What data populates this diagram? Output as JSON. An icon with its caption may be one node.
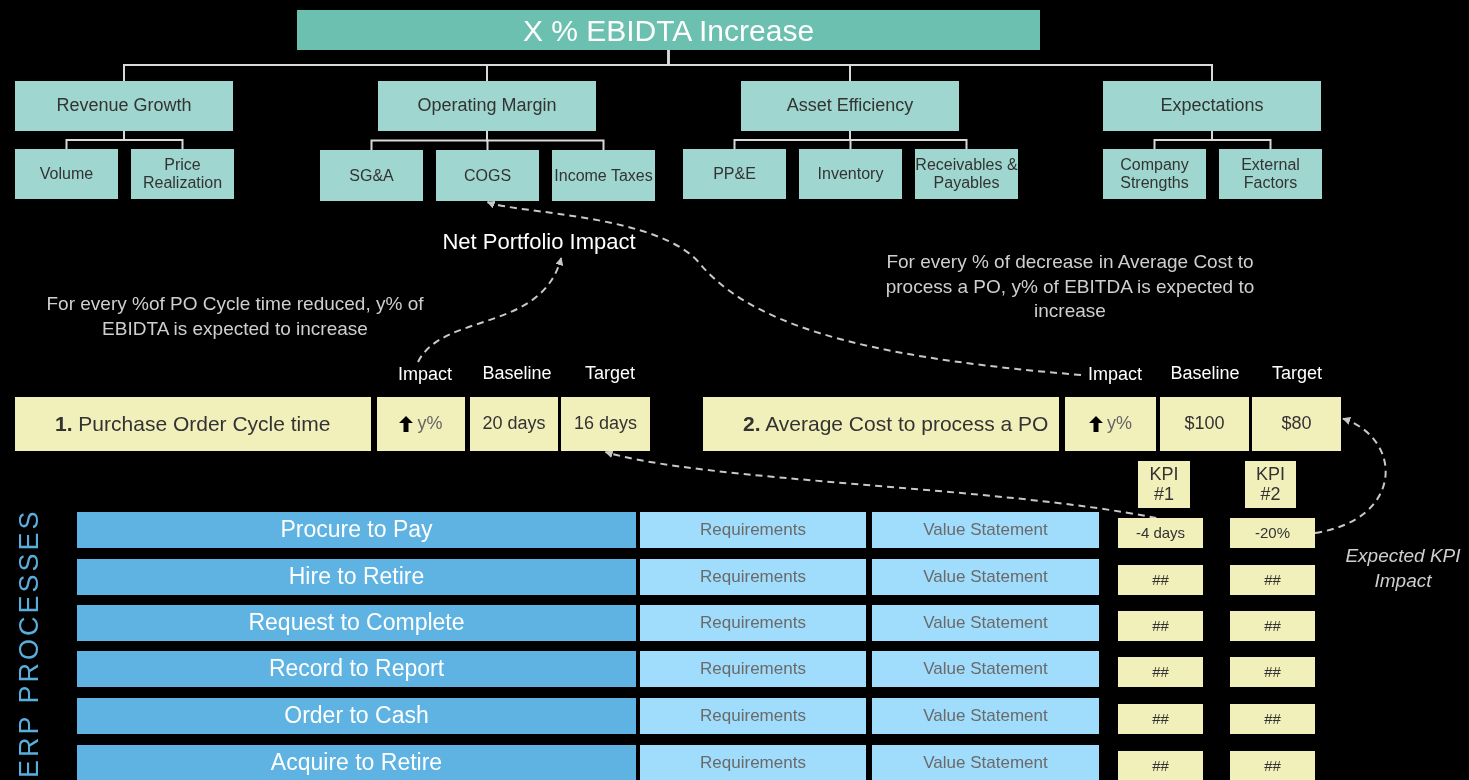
{
  "diagram": {
    "nodes": [
      {
        "text": [
          "X % EBIDTA Increase"
        ]
      },
      {
        "text": [
          "Revenue Growth"
        ]
      },
      {
        "text": [
          "Volume"
        ]
      },
      {
        "text": [
          "Price Realization"
        ]
      },
      {
        "text": [
          "Operating Margin"
        ]
      },
      {
        "text": [
          "SG&A"
        ]
      },
      {
        "text": [
          "COGS"
        ]
      },
      {
        "text": [
          "Income Taxes"
        ]
      },
      {
        "text": [
          "Asset Efficiency"
        ]
      },
      {
        "text": [
          "PP&E"
        ]
      },
      {
        "text": [
          "Inventory"
        ]
      },
      {
        "text": [
          "Receivables & Payables"
        ]
      },
      {
        "text": [
          "Expectations"
        ]
      },
      {
        "text": [
          "Company Strengths"
        ]
      },
      {
        "text": [
          "External Factors"
        ]
      },
      {
        "text": [
          "Net Portfolio Impact"
        ]
      },
      {
        "text": [
          "Impact"
        ]
      },
      {
        "text": [
          "Impact"
        ]
      },
      {
        "text": [
          "**1.** Purchase Order Cycle time"
        ]
      },
      {
        "text": [
          "y%"
        ]
      },
      {
        "text": [
          "20 days"
        ]
      },
      {
        "text": [
          "16 days"
        ]
      },
      {
        "text": [
          "**2.** Average Cost to process a PO"
        ]
      },
      {
        "text": [
          "y%"
        ]
      },
      {
        "text": [
          "$100"
        ]
      },
      {
        "text": [
          "$80"
        ]
      },
      {
        "text": [
          "KPI #1"
        ]
      },
      {
        "text": [
          "KPI #2"
        ]
      },
      {
        "text": [
          "Procure to Pay"
        ]
      },
      {
        "text": [
          "Requirements"
        ]
      },
      {
        "text": [
          "Value Statement"
        ]
      },
      {
        "text": [
          "-4 days"
        ]
      },
      {
        "text": [
          "-20%"
        ]
      },
      {
        "text": [
          "Hire to Retire"
        ]
      },
      {
        "text": [
          "Requirements"
        ]
      },
      {
        "text": [
          "Value Statement"
        ]
      },
      {
        "text": [
          "##"
        ]
      },
      {
        "text": [
          "##"
        ]
      },
      {
        "text": [
          "Request to Complete"
        ]
      },
      {
        "text": [
          "Requirements"
        ]
      },
      {
        "text": [
          "Value Statement"
        ]
      },
      {
        "text": [
          "##"
        ]
      },
      {
        "text": [
          "##"
        ]
      },
      {
        "text": [
          "Record to Report"
        ]
      },
      {
        "text": [
          "Requirements"
        ]
      },
      {
        "text": [
          "Value Statement"
        ]
      },
      {
        "text": [
          "##"
        ]
      },
      {
        "text": [
          "##"
        ]
      },
      {
        "text": [
          "Order to Cash"
        ]
      },
      {
        "text": [
          "Requirements"
        ]
      },
      {
        "text": [
          "Value Statement"
        ]
      },
      {
        "text": [
          "##"
        ]
      },
      {
        "text": [
          "##"
        ]
      },
      {
        "text": [
          "Acquire to Retire"
        ]
      },
      {
        "text": [
          "Requirements"
        ]
      },
      {
        "text": [
          "Value Statement"
        ]
      },
      {
        "text": [
          "##"
        ]
      },
      {
        "text": [
          "##"
        ]
      }
    ],
    "edges": [
      {
        "from": 0,
        "to": 1,
        "arrow": "none"
      },
      {
        "from": 0,
        "to": 4,
        "arrow": "none"
      },
      {
        "from": 0,
        "to": 8,
        "arrow": "none"
      },
      {
        "from": 0,
        "to": 12,
        "arrow": "none"
      },
      {
        "from": 1,
        "to": 2,
        "arrow": "none"
      },
      {
        "from": 1,
        "to": 3,
        "arrow": "none"
      },
      {
        "from": 4,
        "to": 5,
        "arrow": "none"
      },
      {
        "from": 4,
        "to": 6,
        "arrow": "none"
      },
      {
        "from": 4,
        "to": 7,
        "arrow": "none"
      },
      {
        "from": 8,
        "to": 9,
        "arrow": "none"
      },
      {
        "from": 8,
        "to": 10,
        "arrow": "none"
      },
      {
        "from": 8,
        "to": 11,
        "arrow": "none"
      },
      {
        "from": 12,
        "to": 13,
        "arrow": "none"
      },
      {
        "from": 12,
        "to": 14,
        "arrow": "none"
      },
      {
        "from": 16,
        "to": 15,
        "arrow": "to",
        "style": "dashed",
        "color": "#c8c8c8"
      },
      {
        "from": 17,
        "to": 6,
        "arrow": "to",
        "style": "dashed",
        "color": "#c8c8c8"
      },
      {
        "from": 31,
        "to": 21,
        "arrow": "to",
        "style": "dashed",
        "color": "#c8c8c8"
      },
      {
        "from": 32,
        "to": 25,
        "arrow": "to",
        "style": "dashed",
        "color": "#c8c8c8"
      }
    ],
    "labels": [
      "For every % of decrease in Average Cost to process a PO, y% of EBITDA is expected to increase",
      "For every %of PO Cycle time reduced, y% of EBIDTA is expected to increase",
      "Baseline",
      "Target",
      "Baseline",
      "Target",
      "ERP PROCESSES",
      "Expected KPI Impact"
    ]
  }
}
